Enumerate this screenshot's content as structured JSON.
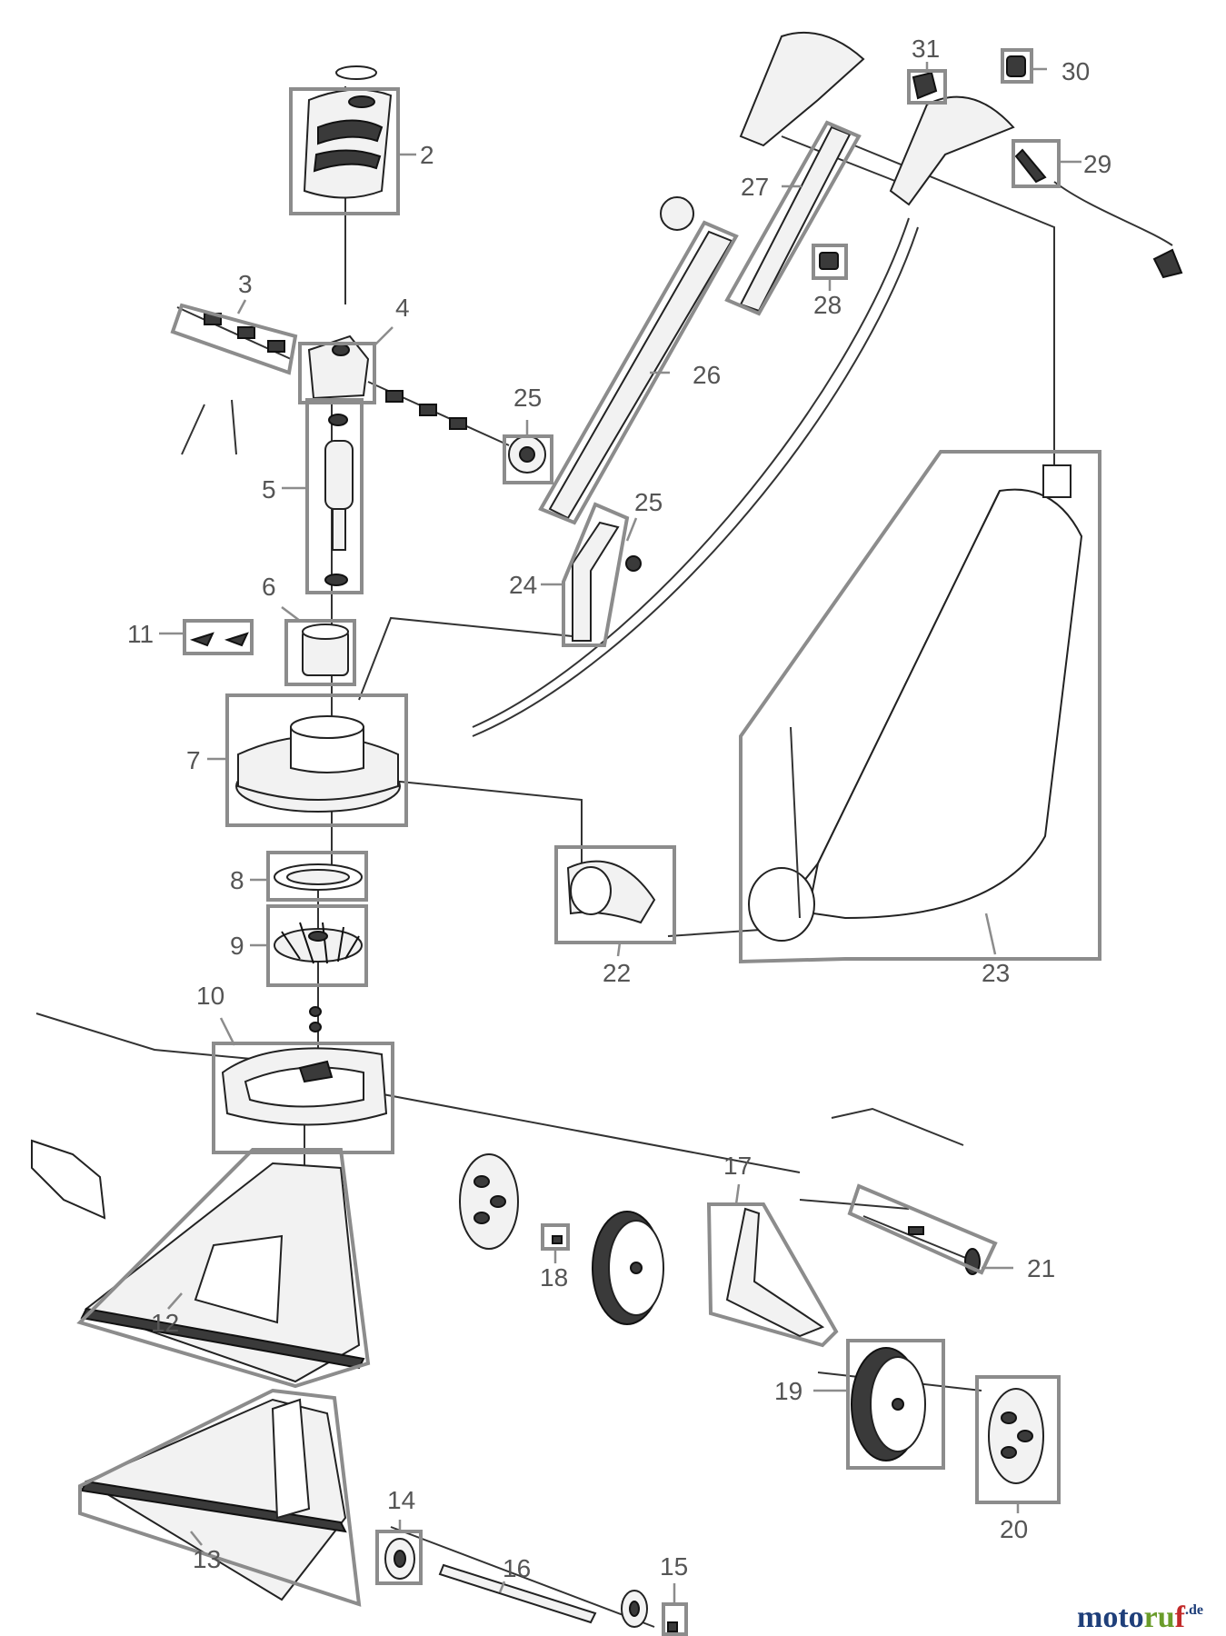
{
  "diagram": {
    "part_numbers": [
      "2",
      "3",
      "4",
      "5",
      "6",
      "7",
      "8",
      "9",
      "10",
      "11",
      "12",
      "13",
      "14",
      "15",
      "16",
      "17",
      "18",
      "19",
      "20",
      "21",
      "22",
      "23",
      "24",
      "25",
      "25",
      "26",
      "27",
      "28",
      "29",
      "30",
      "31"
    ]
  },
  "watermark": {
    "brand_a": "moto",
    "brand_b": "ru",
    "brand_c": "f",
    "tld": ".de"
  }
}
